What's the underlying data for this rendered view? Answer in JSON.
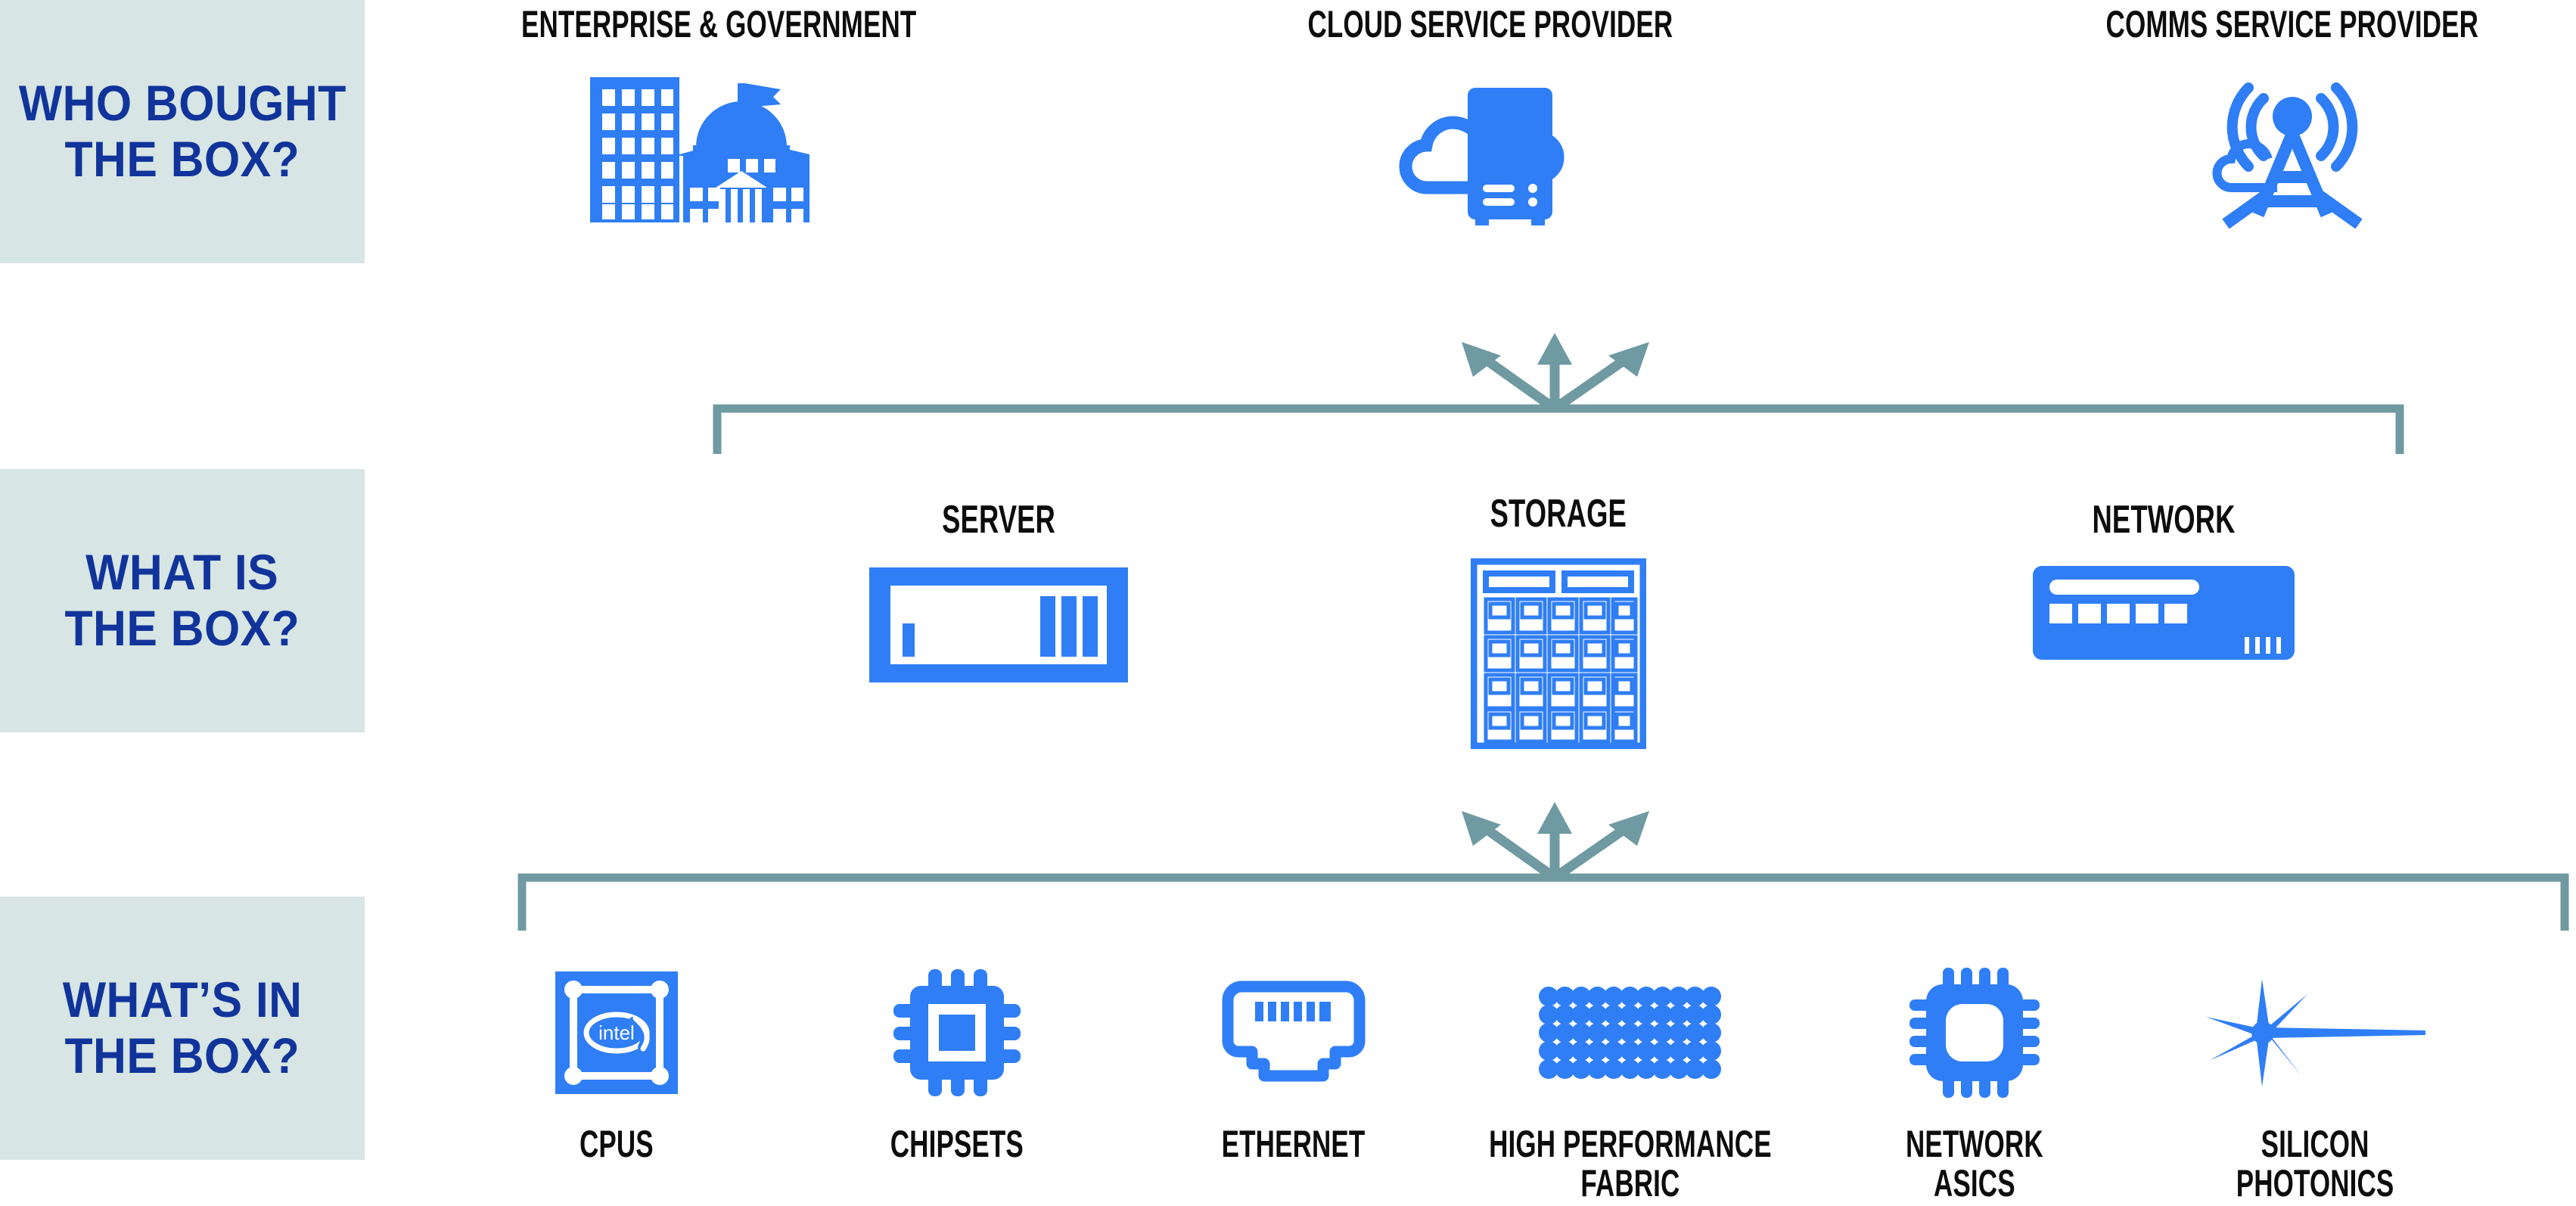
{
  "colors": {
    "band_bg": "#d7e5e4",
    "band_text": "#11349b",
    "icon_blue": "#2f7ef5",
    "caption_text": "#0d0d0d",
    "connector": "#6f9aa2",
    "page_bg": "#ffffff"
  },
  "bands": [
    {
      "id": "who",
      "line1": "WHO BOUGHT",
      "line2": "THE BOX?"
    },
    {
      "id": "what",
      "line1": "WHAT IS",
      "line2": "THE BOX?"
    },
    {
      "id": "in",
      "line1": "WHAT’S IN",
      "line2": "THE BOX?"
    }
  ],
  "tier1": {
    "title": "WHO BOUGHT THE BOX?",
    "nodes": [
      {
        "label": "ENTERPRISE & GOVERNMENT",
        "icon": "government-buildings-icon"
      },
      {
        "label": "CLOUD SERVICE PROVIDER",
        "icon": "cloud-server-icon"
      },
      {
        "label": "COMMS SERVICE PROVIDER",
        "icon": "cell-tower-icon"
      }
    ]
  },
  "tier2": {
    "title": "WHAT IS THE BOX?",
    "nodes": [
      {
        "label": "SERVER",
        "icon": "server-chassis-icon"
      },
      {
        "label": "STORAGE",
        "icon": "storage-rack-icon"
      },
      {
        "label": "NETWORK",
        "icon": "network-switch-icon"
      }
    ]
  },
  "tier3": {
    "title": "WHAT’S IN THE BOX?",
    "nodes": [
      {
        "label_line1": "CPUS",
        "label_line2": "",
        "icon": "intel-cpu-icon",
        "brand": "intel"
      },
      {
        "label_line1": "CHIPSETS",
        "label_line2": "",
        "icon": "chipset-icon"
      },
      {
        "label_line1": "ETHERNET",
        "label_line2": "",
        "icon": "ethernet-port-icon"
      },
      {
        "label_line1": "HIGH PERFORMANCE",
        "label_line2": "FABRIC",
        "icon": "fabric-dot-grid-icon"
      },
      {
        "label_line1": "NETWORK",
        "label_line2": "ASICS",
        "icon": "network-asic-icon"
      },
      {
        "label_line1": "SILICON",
        "label_line2": "PHOTONICS",
        "icon": "photonics-light-burst-icon"
      }
    ]
  },
  "connectors": {
    "tier1_to_tier2": {
      "arrows": 3,
      "direction": "up-and-out",
      "style": "bracket-with-fan-arrows"
    },
    "tier2_to_tier3": {
      "arrows": 3,
      "direction": "up-and-out",
      "style": "bracket-with-fan-arrows"
    }
  }
}
